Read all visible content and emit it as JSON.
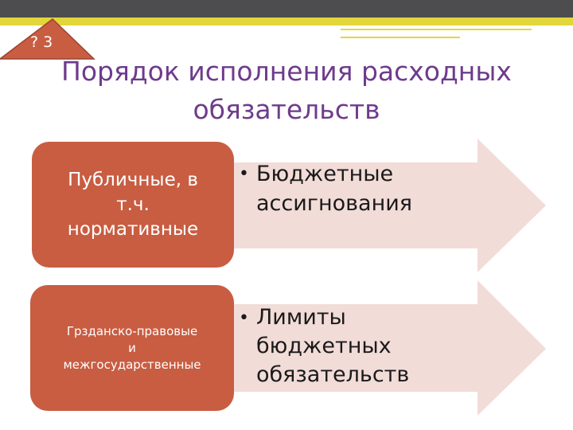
{
  "header": {
    "badge_text": "? 3",
    "title_line1": "Порядок исполнения расходных",
    "title_line2": "обязательств"
  },
  "rows": [
    {
      "box_lines": [
        "Публичные, в",
        "т.ч.",
        "нормативные"
      ],
      "bullet": "•",
      "bullet_lines": [
        "Бюджетные",
        "ассигнования"
      ]
    },
    {
      "box_lines": [
        "Грзданско-правовые",
        "и",
        "межгосударственные"
      ],
      "bullet": "•",
      "bullet_lines": [
        "Лимиты",
        "бюджетных",
        "обязательств"
      ]
    }
  ],
  "colors": {
    "top_bar": "#4d4d4f",
    "accent": "#e3d63a",
    "title": "#6e3b8c",
    "box": "#c85d42",
    "arrow": "#f2dcd8",
    "badge": "#c85d42"
  },
  "icons": {
    "bullet": "bullet-dot"
  }
}
